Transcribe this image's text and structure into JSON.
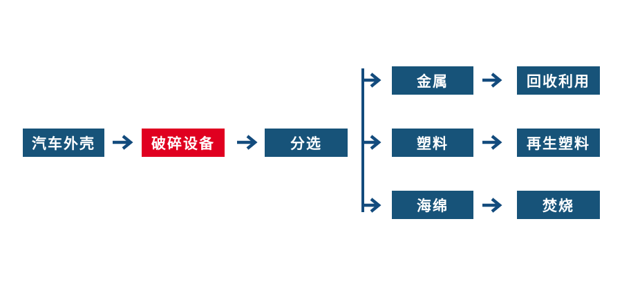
{
  "colors": {
    "background": "#ffffff",
    "node_blue": "#175379",
    "node_red": "#e00020",
    "connector_blue": "#134b7d",
    "node_text": "#ffffff"
  },
  "flow": {
    "main": [
      {
        "label": "汽车外壳",
        "variant": "blue"
      },
      {
        "label": "破碎设备",
        "variant": "red"
      },
      {
        "label": "分选",
        "variant": "blue"
      }
    ],
    "branches": [
      {
        "material": "金属",
        "result": "回收利用"
      },
      {
        "material": "塑料",
        "result": "再生塑料"
      },
      {
        "material": "海绵",
        "result": "焚烧"
      }
    ]
  }
}
